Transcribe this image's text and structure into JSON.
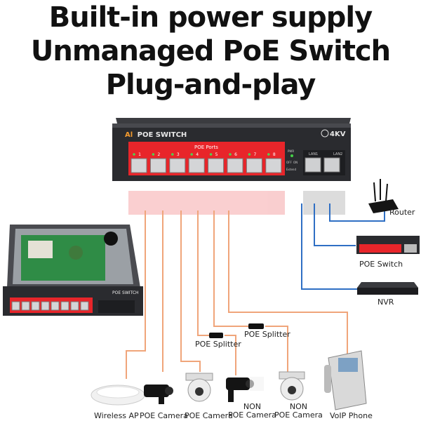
{
  "headline": {
    "line1": "Built-in power supply",
    "line2": "Unmanaged PoE Switch",
    "line3": "Plug-and-play"
  },
  "switch": {
    "brand": "POE SWITCH",
    "logo": "Al",
    "rating": "4KV",
    "ports_title": "POE Ports",
    "port_numbers": [
      "1",
      "2",
      "3",
      "4",
      "5",
      "6",
      "7",
      "8"
    ],
    "uplink_labels": [
      "LAN1",
      "LAN2"
    ],
    "side_labels": [
      "PWR",
      "OFF",
      "ON",
      "Extend"
    ]
  },
  "devices": {
    "router": "Router",
    "poe_switch": "POE Switch",
    "nvr": "NVR",
    "splitter_1": "POE Splitter",
    "splitter_2": "POE Splitter",
    "wireless_ap": "Wireless AP",
    "poe_camera_1": "POE Camera",
    "poe_camera_2": "POE Camera",
    "non_poe_camera_1": "NON\nPOE Camera",
    "non_poe_camera_2": "NON\nPOE Camera",
    "voip_phone": "VoIP Phone"
  },
  "colors": {
    "poe_cable": "#f0a57a",
    "lan_cable": "#2f6fc4",
    "panel_red": "#e8252a",
    "chassis": "#2a2b2f"
  }
}
